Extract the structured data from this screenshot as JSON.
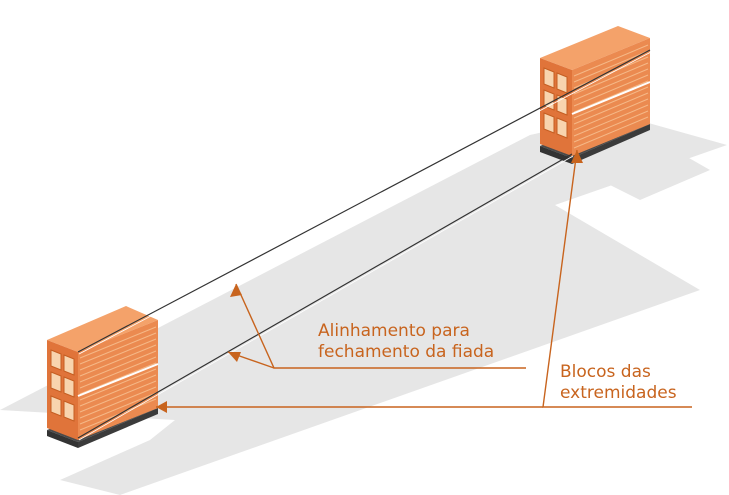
{
  "labels": {
    "alignment_line1": "Alinhamento para",
    "alignment_line2": "fechamento da fiada",
    "blocks_line1": "Blocos das",
    "blocks_line2": "extremidades"
  },
  "colors": {
    "callout": "#c8641e",
    "brick_front": "#e0743a",
    "brick_side": "#f2b07c",
    "brick_top": "#f4a26a",
    "brick_cavity": "#f8d4ae",
    "base": "#555555",
    "shadow": "#e6e6e6",
    "line": "#333333"
  },
  "icons": [
    "arrow-head-icon"
  ]
}
